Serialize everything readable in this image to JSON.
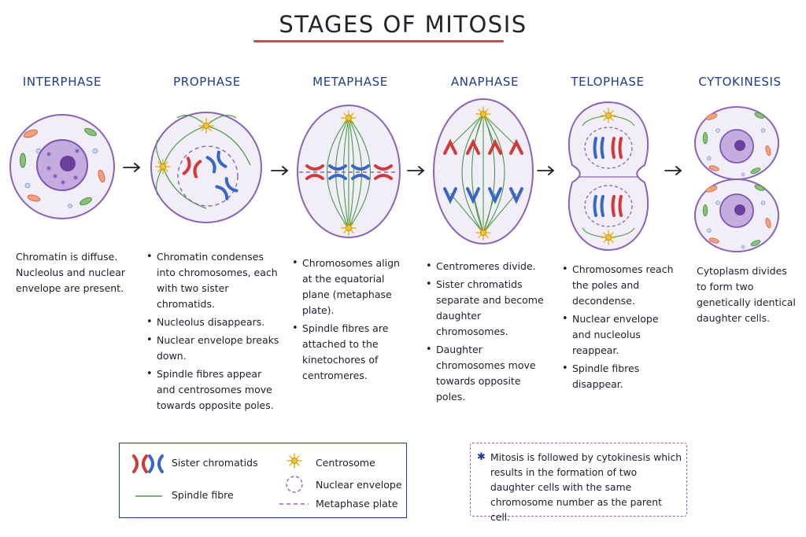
{
  "title": "STAGES OF MITOSIS",
  "colors": {
    "title_underline": "#d8404a",
    "stage_titles": "#1d3b96",
    "cell_membrane": "#8a63b8",
    "cytoplasm": "#f1eef8",
    "nucleus": "#8e6cc4",
    "chromosome_red": "#d23a3a",
    "chromosome_blue": "#3a66c4",
    "spindle": "#4c9a46",
    "centrosome": "#e9b320",
    "note_border": "#9b5ec9"
  },
  "stages": [
    {
      "name": "INTERPHASE",
      "description": "Chromatin is diffuse. Nucleolus and nuclear envelope are present.",
      "bullets": []
    },
    {
      "name": "PROPHASE",
      "bullets": [
        "Chromatin condenses into chromosomes, each with two sister chromatids.",
        "Nucleolus disappears.",
        "Nuclear envelope breaks down.",
        "Spindle fibres appear and centrosomes move towards opposite poles."
      ]
    },
    {
      "name": "METAPHASE",
      "bullets": [
        "Chromosomes align at the equatorial plane (metaphase plate).",
        "Spindle fibres are attached to the kinetochores of centromeres."
      ]
    },
    {
      "name": "ANAPHASE",
      "bullets": [
        "Centromeres divide.",
        "Sister chromatids separate and become daughter chromosomes.",
        "Daughter chromosomes move towards opposite poles."
      ]
    },
    {
      "name": "TELOPHASE",
      "bullets": [
        "Chromosomes reach the poles and decondense.",
        "Nuclear envelope and nucleolus reappear.",
        "Spindle fibres disappear."
      ]
    },
    {
      "name": "CYTOKINESIS",
      "description": "Cytoplasm divides to form two genetically identical daughter cells.",
      "bullets": []
    }
  ],
  "legend": {
    "sister_chromatids": "Sister chromatids",
    "spindle_fibre": "Spindle fibre",
    "centrosome": "Centrosome",
    "nuclear_envelope": "Nuclear envelope",
    "metaphase_plate": "Metaphase plate"
  },
  "note": {
    "symbol": "✱",
    "text": "Mitosis is followed by cytokinesis which results in the formation of two daughter cells with the same chromosome number as the parent cell."
  }
}
